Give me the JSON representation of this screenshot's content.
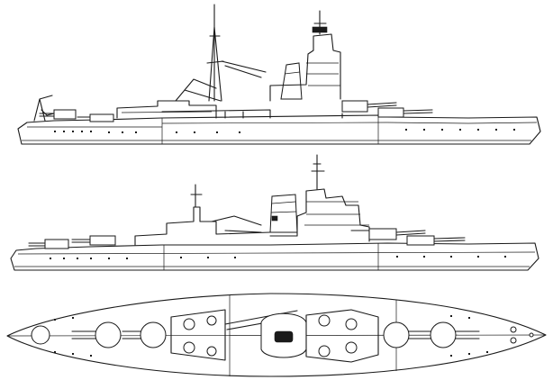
{
  "drawing": {
    "views": [
      {
        "id": "profile-original"
      },
      {
        "id": "profile-reconstructed"
      },
      {
        "id": "deck-plan"
      }
    ],
    "ink_color": "#1a1a1a",
    "background_color": "#ffffff",
    "icons": [
      "main-gun-turret-icon",
      "crane-icon",
      "funnel-icon",
      "mast-icon",
      "anchor-icon"
    ]
  }
}
